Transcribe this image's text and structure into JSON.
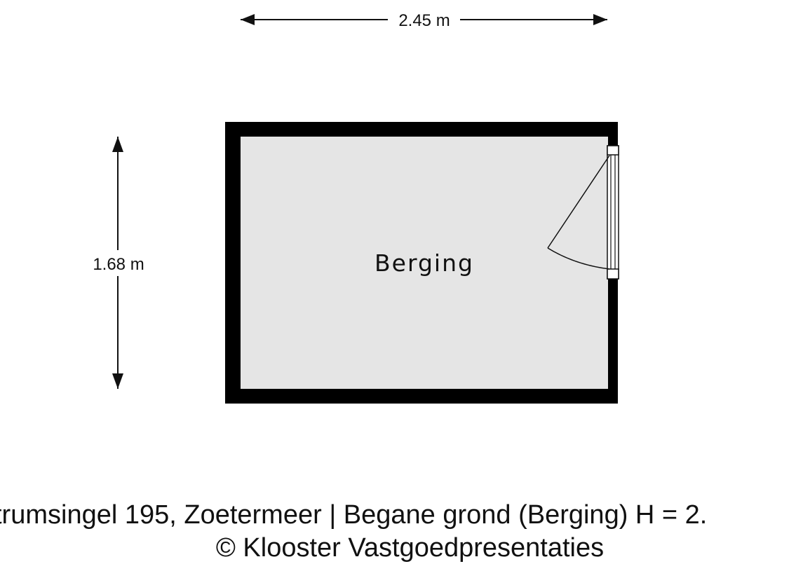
{
  "plan": {
    "width_label": "2.45 m",
    "height_label": "1.68 m",
    "room_name": "Berging"
  },
  "caption": {
    "line1": "trumsingel 195, Zoetermeer | Begane grond (Berging) H = 2.",
    "line2": "© Klooster Vastgoedpresentaties"
  },
  "colors": {
    "wall": "#000000",
    "floor": "#e5e5e5",
    "text": "#111111"
  }
}
